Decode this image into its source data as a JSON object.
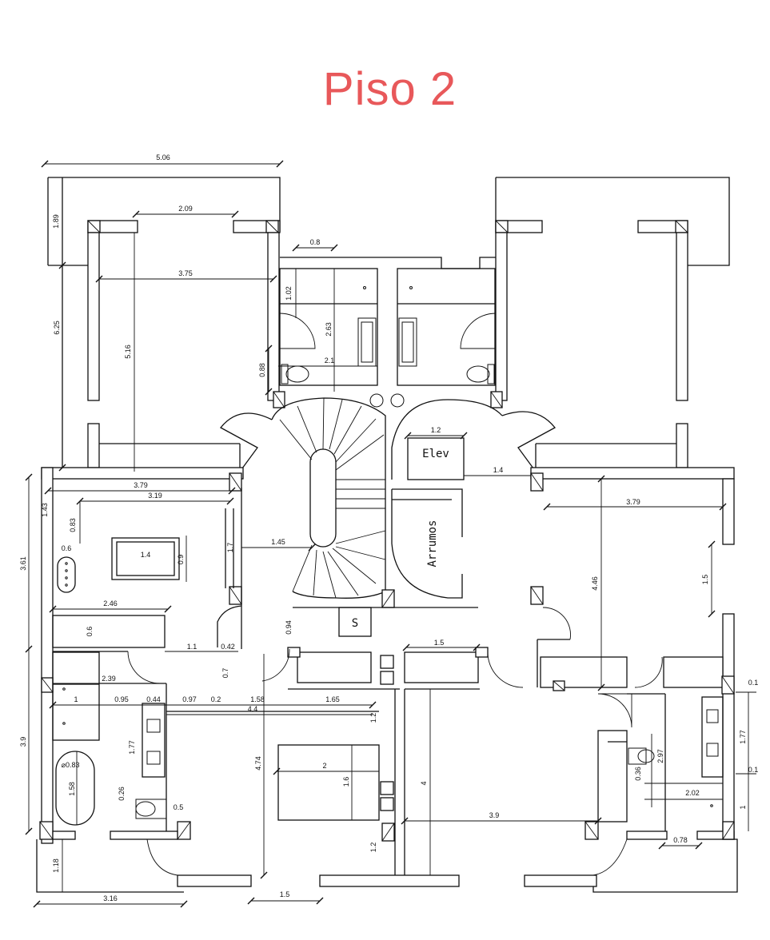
{
  "title": "Piso 2",
  "labels": {
    "elevator": "Elev",
    "storage": "Arrumos",
    "shaft": "S"
  },
  "dimensions": {
    "d_506": "5.06",
    "d_189": "1.89",
    "d_209": "2.09",
    "d_375": "3.75",
    "d_625": "6.25",
    "d_516": "5.16",
    "d_08": "0.8",
    "d_102": "1.02",
    "d_263": "2.63",
    "d_21": "2.1",
    "d_088": "0.88",
    "d_12_elev": "1.2",
    "d_14_top": "1.4",
    "d_379_left": "3.79",
    "d_319": "3.19",
    "d_143": "1.43",
    "d_083": "0.83",
    "d_06_a": "0.6",
    "d_14_table": "1.4",
    "d_09": "0.9",
    "d_17": "1.7",
    "d_145": "1.45",
    "d_361": "3.61",
    "d_246": "2.46",
    "d_06_b": "0.6",
    "d_11": "1.1",
    "d_042": "0.42",
    "d_07": "0.7",
    "d_094": "0.94",
    "d_15_mid": "1.5",
    "d_379_right": "3.79",
    "d_446": "4.46",
    "d_15_right": "1.5",
    "d_239": "2.39",
    "d_1_a": "1",
    "d_095": "0.95",
    "d_044": "0.44",
    "d_097": "0.97",
    "d_02": "0.2",
    "d_158": "1.58",
    "d_165": "1.65",
    "d_44": "4.4",
    "d_12_b": "1.2",
    "d_39_left": "3.9",
    "d_177_left": "1.77",
    "d_474": "4.74",
    "d_2": "2",
    "d_16": "1.6",
    "d_phi083": "⌀0.83",
    "d_158_tub": "1.58",
    "d_026": "0.26",
    "d_05": "0.5",
    "d_4": "4",
    "d_39_mid": "3.9",
    "d_12_c": "1.2",
    "d_118": "1.18",
    "d_316": "3.16",
    "d_15_bottom": "1.5",
    "d_01_a": "0.1",
    "d_177_right": "1.77",
    "d_01_b": "0.1",
    "d_297": "2.97",
    "d_036": "0.36",
    "d_202": "2.02",
    "d_1_b": "1",
    "d_078": "0.78"
  }
}
